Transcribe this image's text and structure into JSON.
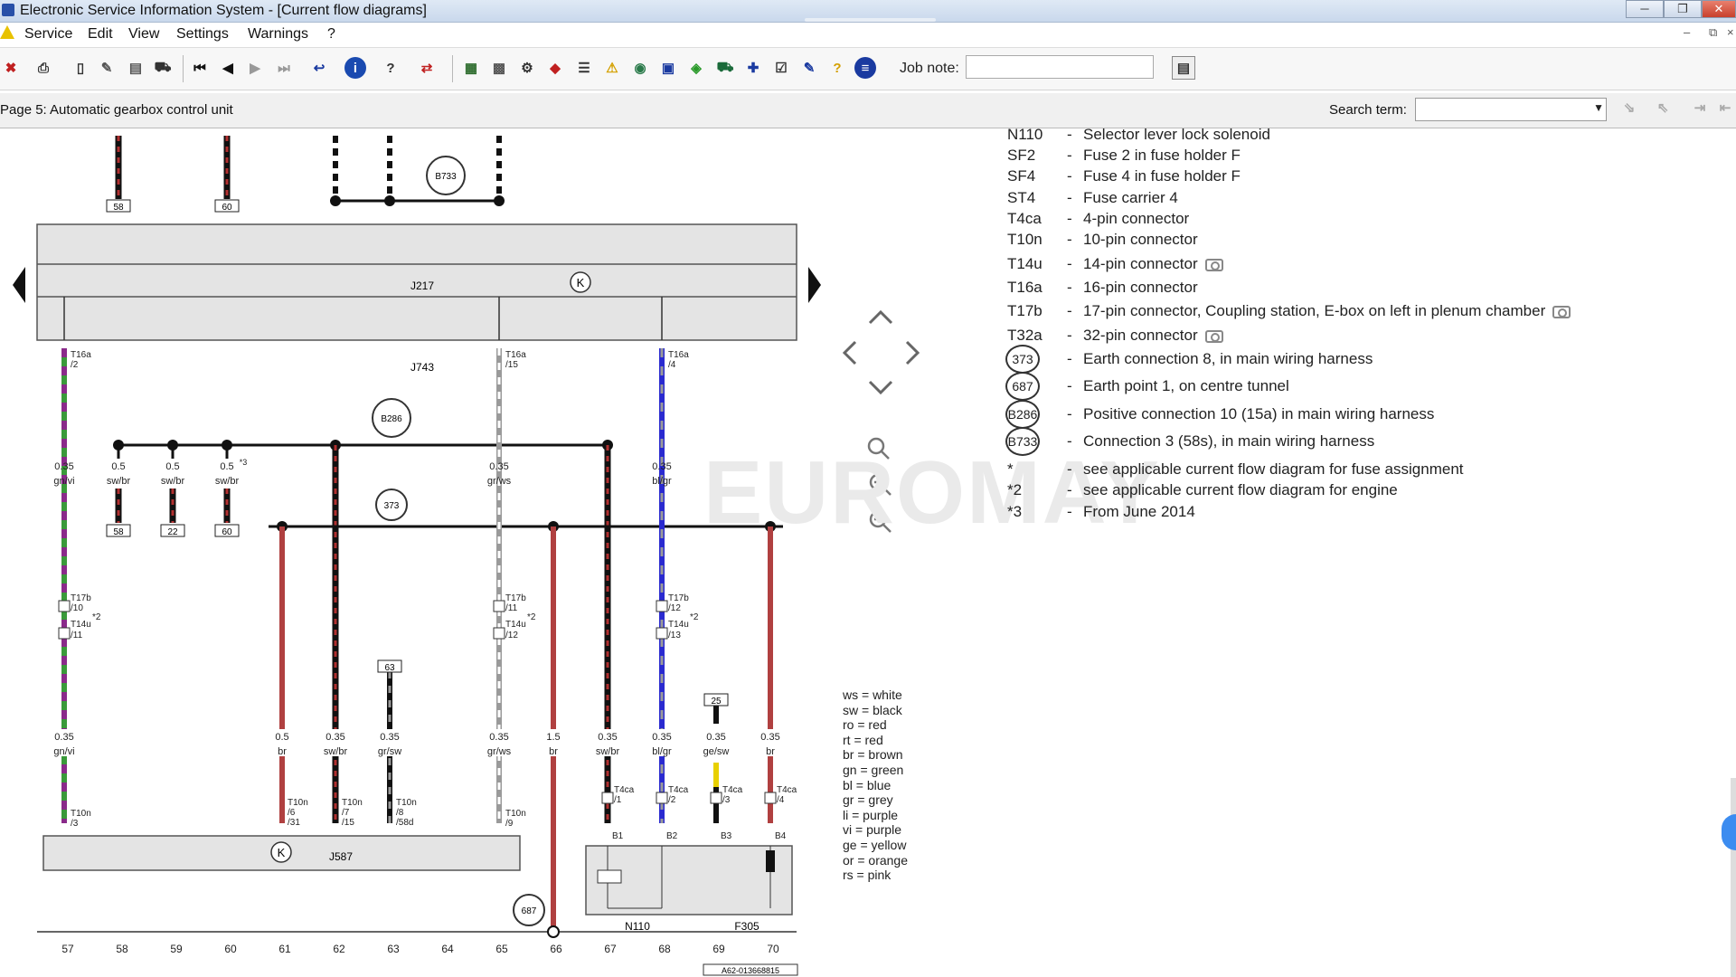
{
  "window": {
    "title": "Electronic Service Information System - [Current flow diagrams]",
    "buttons": [
      "─",
      "❐",
      "✕"
    ]
  },
  "menu": [
    "Service",
    "Edit",
    "View",
    "Settings",
    "Warnings",
    "?"
  ],
  "mdi_controls": [
    "–",
    "⧉",
    "×"
  ],
  "toolbar": {
    "job_note_label": "Job note:",
    "job_note_value": ""
  },
  "pagebar": {
    "page_title": "Page 5: Automatic gearbox control unit",
    "search_label": "Search term:",
    "search_value": ""
  },
  "legend": [
    {
      "code": "N110",
      "desc": "Selector lever lock solenoid"
    },
    {
      "code": "SF2",
      "desc": "Fuse 2 in fuse holder F"
    },
    {
      "code": "SF4",
      "desc": "Fuse 4 in fuse holder F"
    },
    {
      "code": "ST4",
      "desc": "Fuse carrier 4"
    },
    {
      "code": "T4ca",
      "desc": "4-pin connector"
    },
    {
      "code": "T10n",
      "desc": "10-pin connector"
    },
    {
      "code": "T14u",
      "desc": "14-pin connector",
      "camera": true
    },
    {
      "code": "T16a",
      "desc": "16-pin connector"
    },
    {
      "code": "T17b",
      "desc": "17-pin connector, Coupling station, E-box on left in plenum chamber",
      "camera": true
    },
    {
      "code": "T32a",
      "desc": "32-pin connector",
      "camera": true
    },
    {
      "code": "373",
      "desc": "Earth connection 8, in main wiring harness",
      "circle": true
    },
    {
      "code": "687",
      "desc": "Earth point 1, on centre tunnel",
      "circle": true
    },
    {
      "code": "B286",
      "desc": "Positive connection 10 (15a) in main wiring harness",
      "circle": true
    },
    {
      "code": "B733",
      "desc": "Connection 3 (58s), in main wiring harness",
      "circle": true
    },
    {
      "code": "*",
      "desc": "see applicable current flow diagram for fuse assignment"
    },
    {
      "code": "*2",
      "desc": "see applicable current flow diagram for engine"
    },
    {
      "code": "*3",
      "desc": "From June 2014"
    }
  ],
  "color_key": [
    "ws = white",
    "sw = black",
    "ro  = red",
    "rt  = red",
    "br  = brown",
    "gn  = green",
    "bl  = blue",
    "gr  = grey",
    "li   = purple",
    "vi   = purple",
    "ge = yellow",
    "or  = orange",
    "rs  = pink"
  ],
  "watermark": "EUROMAY",
  "diagram": {
    "components": {
      "j217": "J217",
      "j743": "J743",
      "j587": "J587",
      "n110": "N110",
      "f305": "F305"
    },
    "earth_points": {
      "b733": "B733",
      "b286": "B286",
      "e373": "373",
      "e687": "687"
    },
    "boxes": {
      "b58a": "58",
      "b60a": "60",
      "b58b": "58",
      "b22": "22",
      "b60b": "60",
      "b63": "63",
      "b25": "25"
    },
    "wires": {
      "w57a": "0.35",
      "w57b": "gn/vi",
      "w58a": "0.5",
      "w58b": "sw/br",
      "w59a": "0.5",
      "w59b": "sw/br",
      "w60a": "0.5",
      "w60c": "*3",
      "w60b": "sw/br",
      "w65a": "0.35",
      "w65b": "gr/ws",
      "w68a": "0.35",
      "w68b": "bl/gr",
      "l57a": "0.35",
      "l57b": "gn/vi",
      "l61a": "0.5",
      "l61b": "br",
      "l62a": "0.35",
      "l62b": "sw/br",
      "l63a": "0.35",
      "l63b": "gr/sw",
      "l65a": "0.35",
      "l65b": "gr/ws",
      "l66a": "1.5",
      "l66b": "br",
      "l67a": "0.35",
      "l67b": "sw/br",
      "l68a": "0.35",
      "l68b": "bl/gr",
      "l69a": "0.35",
      "l69b": "ge/sw",
      "l70a": "0.35",
      "l70b": "br"
    },
    "connectors": {
      "c16a_1": "T16a",
      "c16a_1p": "/2",
      "c16a_2": "T16a",
      "c16a_2p": "/15",
      "c16a_3": "T16a",
      "c16a_3p": "/4",
      "c17b_1": "T17b",
      "c17b_1p": "/10",
      "c14u_1": "T14u",
      "c14u_1p": "/11",
      "star2_1": "*2",
      "c17b_2": "T17b",
      "c17b_2p": "/11",
      "c14u_2": "T14u",
      "c14u_2p": "/12",
      "star2_2": "*2",
      "c17b_3": "T17b",
      "c17b_3p": "/12",
      "c14u_3": "T14u",
      "c14u_3p": "/13",
      "star2_3": "*2",
      "c10n_1": "T10n",
      "c10n_1p": "/3",
      "c10n_2": "T10n",
      "c10n_2p": "/6",
      "c10n_2q": "/31",
      "c10n_3": "T10n",
      "c10n_3p": "/7",
      "c10n_3q": "/15",
      "c10n_4": "T10n",
      "c10n_4p": "/8",
      "c10n_4q": "/58d",
      "c10n_5": "T10n",
      "c10n_5p": "/9",
      "c4ca_1": "T4ca",
      "c4ca_1p": "/1",
      "c4ca_2": "T4ca",
      "c4ca_2p": "/2",
      "c4ca_3": "T4ca",
      "c4ca_3p": "/3",
      "c4ca_4": "T4ca",
      "c4ca_4p": "/4",
      "b1": "B1",
      "b2": "B2",
      "b3": "B3",
      "b4": "B4"
    },
    "column_numbers": [
      "57",
      "58",
      "59",
      "60",
      "61",
      "62",
      "63",
      "64",
      "65",
      "66",
      "67",
      "68",
      "69",
      "70"
    ],
    "ref": "A62-013668815"
  },
  "colors": {
    "red": "#b03030",
    "black": "#111111",
    "green": "#3a9a3a",
    "violet": "#8a2a8a",
    "grey": "#9a9a9a",
    "blue": "#2a2ad0",
    "yellow": "#e8d000",
    "brown": "#a04040"
  }
}
